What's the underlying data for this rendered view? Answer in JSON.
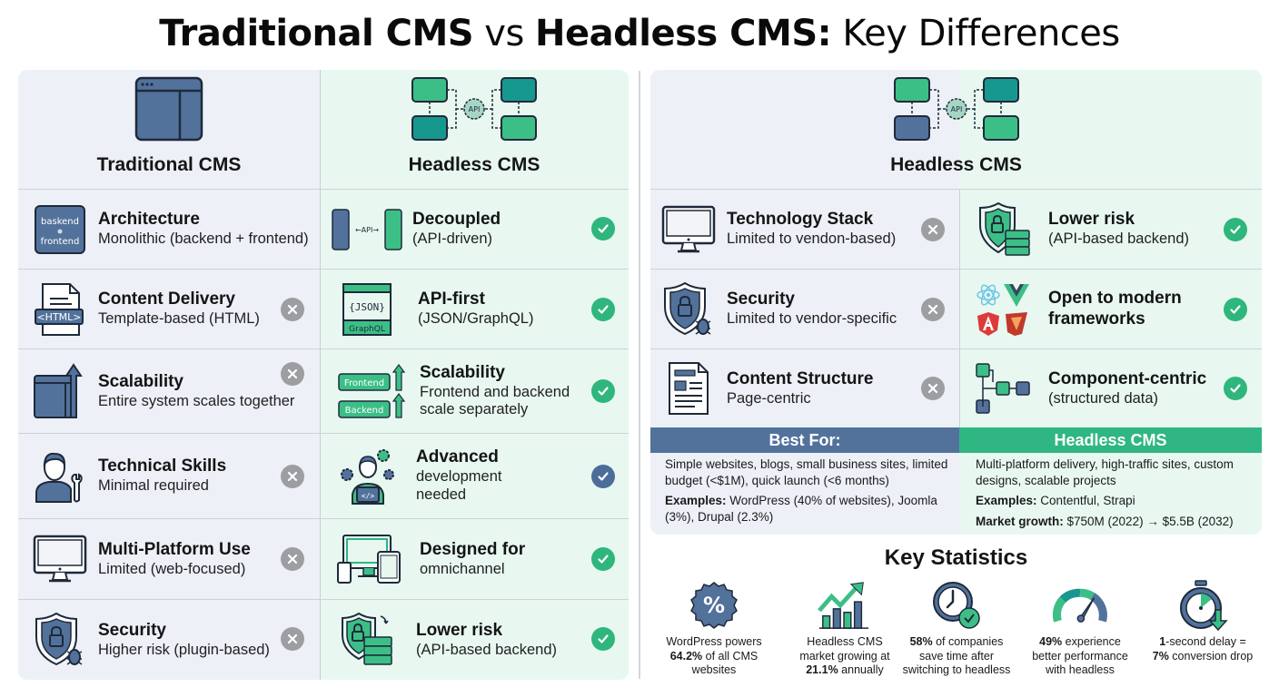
{
  "title": {
    "part1": "Traditional CMS",
    "vs": " vs ",
    "part2": "Headless CMS:",
    "part3": " Key Differences"
  },
  "colors": {
    "traditional_blue": "#52729c",
    "headless_green": "#2fb682",
    "teal": "#17988f",
    "x_gray": "#9c9ea2",
    "left_bg": "#edf0f7",
    "right_bg": "#e8f8f1"
  },
  "left_panel": {
    "traditional_header": {
      "label": "Traditional CMS",
      "icon": "browser-window-icon"
    },
    "headless_header": {
      "label": "Headless CMS",
      "icon": "api-network-icon"
    },
    "rows": [
      {
        "traditional": {
          "title": "Architecture",
          "subtitle": "Monolithic (backend + frontend)",
          "icon": "monolith-stack-icon",
          "status": "none"
        },
        "headless": {
          "title": "Decoupled",
          "subtitle": "(API-driven)",
          "icon": "decoupled-api-icon",
          "status": "check"
        }
      },
      {
        "traditional": {
          "title": "Content Delivery",
          "subtitle": "Template-based (HTML)",
          "icon": "html-document-icon",
          "status": "x"
        },
        "headless": {
          "title": "API-first",
          "subtitle": "(JSON/GraphQL)",
          "icon": "json-graphql-icon",
          "status": "check",
          "icon_labels": [
            "{JSON}",
            "GraphQL"
          ]
        }
      },
      {
        "traditional": {
          "title": "Scalability",
          "subtitle": "Entire system scales together",
          "icon": "window-scale-up-icon",
          "status": "x"
        },
        "headless": {
          "title": "Scalability",
          "subtitle": "Frontend and backend scale separately",
          "icon": "separate-scale-icon",
          "status": "check",
          "icon_labels": [
            "Frontend",
            "Backend"
          ]
        }
      },
      {
        "traditional": {
          "title": "Technical Skills",
          "subtitle": "Minimal required",
          "icon": "user-wrench-icon",
          "status": "x"
        },
        "headless": {
          "title": "Advanced",
          "subtitle": "development needed",
          "icon": "developer-gears-icon",
          "status": "check-blue"
        }
      },
      {
        "traditional": {
          "title": "Multi-Platform Use",
          "subtitle": "Limited (web-focused)",
          "icon": "desktop-monitor-icon",
          "status": "x"
        },
        "headless": {
          "title": "Designed for",
          "subtitle": "omnichannel",
          "icon": "multi-device-icon",
          "status": "check"
        }
      },
      {
        "traditional": {
          "title": "Security",
          "subtitle": "Higher risk (plugin-based)",
          "icon": "shield-bug-icon",
          "status": "x"
        },
        "headless": {
          "title": "Lower risk",
          "subtitle": "(API-based backend)",
          "icon": "shield-server-icon",
          "status": "check"
        }
      }
    ],
    "arch_icon_labels": {
      "backend": "baskend",
      "frontend": "frontend",
      "api": "←API→"
    }
  },
  "right_panel": {
    "header": {
      "label": "Headless CMS",
      "icon": "api-network-icon"
    },
    "rows": [
      {
        "traditional": {
          "title": "Technology Stack",
          "subtitle": "Limited to vendon-based)",
          "icon": "desktop-monitor-icon",
          "status": "x"
        },
        "headless": {
          "title": "Lower risk",
          "subtitle": "(API-based backend)",
          "icon": "shield-server-icon",
          "status": "check"
        }
      },
      {
        "traditional": {
          "title": "Security",
          "subtitle": "Limited to vendor-specific",
          "icon": "shield-bug-icon",
          "status": "x"
        },
        "headless": {
          "title": "Open to modern",
          "subtitle": "frameworks",
          "icon": "frameworks-logos-icon",
          "status": "check"
        }
      },
      {
        "traditional": {
          "title": "Content Structure",
          "subtitle": "Page-centric",
          "icon": "page-document-icon",
          "status": "x"
        },
        "headless": {
          "title": "Component-centric",
          "subtitle": "(structured data)",
          "icon": "component-tree-icon",
          "status": "check"
        }
      }
    ],
    "best_for": {
      "traditional_heading": "Best For:",
      "headless_heading": "Headless CMS",
      "traditional_text": "Simple websites, blogs, small business sites, limited budget (<$1M), quick launch (<6 months)",
      "traditional_examples_label": "Examples:",
      "traditional_examples": " WordPress (40% of websites), Joomla (3%), Drupal (2.3%)",
      "headless_text": "Multi-platform delivery, high-traffic sites, custom designs, scalable projects",
      "headless_examples_label": "Examples:",
      "headless_examples": " Contentful, Strapi",
      "headless_growth_label": "Market growth:",
      "headless_growth": " $750M (2022) → $5.5B (2032)"
    }
  },
  "key_statistics": {
    "title": "Key Statistics",
    "items": [
      {
        "icon": "percent-badge-icon",
        "pre": "WordPress powers ",
        "bold": "64.2%",
        "post": " of all CMS websites"
      },
      {
        "icon": "growth-chart-icon",
        "pre": "Headless CMS market growing at ",
        "bold": "21.1%",
        "post": " annually"
      },
      {
        "icon": "clock-check-icon",
        "pre": "",
        "bold": "58%",
        "post": " of companies save time after switching to headless"
      },
      {
        "icon": "speedometer-icon",
        "pre": "",
        "bold": "49%",
        "post": " experience better performance with headless"
      },
      {
        "icon": "stopwatch-down-icon",
        "pre": "",
        "bold": "1-second delay = 7%",
        "post": " conversion drop"
      }
    ]
  }
}
